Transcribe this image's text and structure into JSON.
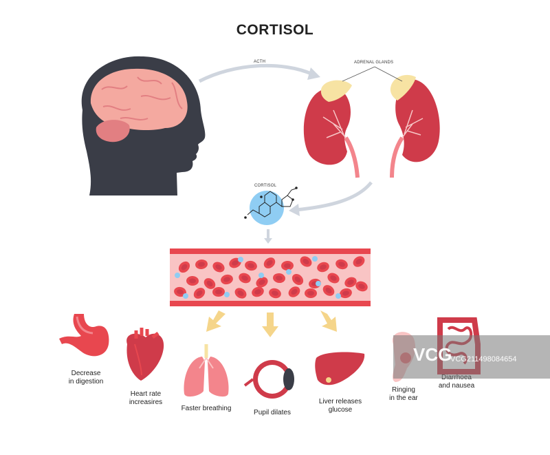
{
  "title": "CORTISOL",
  "labels": {
    "acth": "ACTH",
    "adrenal_glands": "ADRENAL GLANDS",
    "cortisol_molecule": "CORTISOL"
  },
  "effects": [
    {
      "line1": "Decrease",
      "line2": "in digestion"
    },
    {
      "line1": "Heart rate",
      "line2": "increasires"
    },
    {
      "line1": "Faster breathing",
      "line2": ""
    },
    {
      "line1": "Pupil dilates",
      "line2": ""
    },
    {
      "line1": "Liver releases",
      "line2": "glucose"
    },
    {
      "line1": "Ringing",
      "line2": "in the ear"
    },
    {
      "line1": "Diarrhoea",
      "line2": "and nausea"
    }
  ],
  "watermark": {
    "logo": "VCG",
    "id": "VCG211498084654"
  },
  "colors": {
    "head": "#3a3d47",
    "brain": "#f4a9a0",
    "cerebellum": "#e27f82",
    "kidney": "#cf3b4a",
    "adrenal": "#f7e3a3",
    "vessel": "#f3858c",
    "blood_bg": "#f9c4c4",
    "rbc": "#e8474f",
    "cortisol_blue": "#8fcdf3",
    "arrow_gray": "#cfd5de",
    "arrow_yellow": "#f5d58a"
  }
}
